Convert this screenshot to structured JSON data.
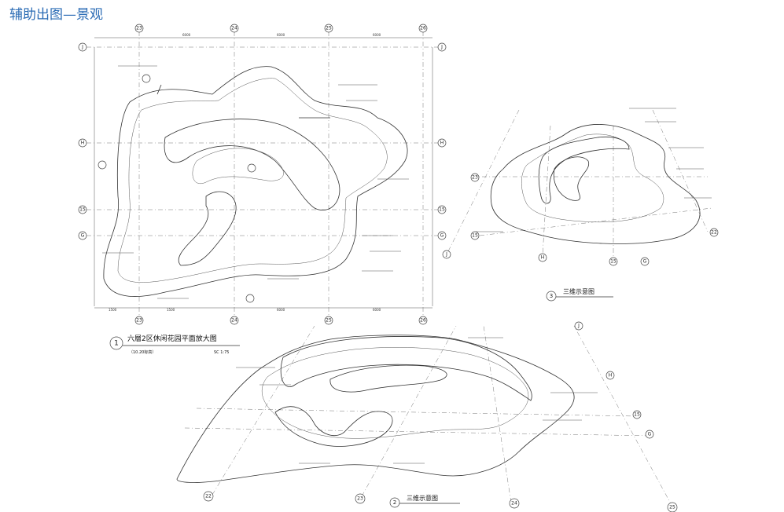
{
  "page": {
    "title": "辅助出图—景观"
  },
  "plan": {
    "grid_cols": [
      "23",
      "24",
      "25",
      "26"
    ],
    "grid_rows": [
      "J",
      "H",
      "G"
    ],
    "grid_row_extra": "15",
    "dims_top": [
      "6000",
      "6000",
      "6000"
    ],
    "dims_bottom": [
      "1500",
      "1500",
      "6000",
      "6000"
    ],
    "caption_number": "1",
    "caption_title": "六層2区休闲花园平面放大图",
    "caption_sub": "（10.20标高）",
    "caption_scale": "SC  1:75"
  },
  "view3": {
    "caption_number": "3",
    "caption_title": "三维示意图",
    "grid_labels": [
      "J",
      "23",
      "15",
      "H",
      "15",
      "G",
      "22"
    ]
  },
  "view2": {
    "caption_number": "2",
    "caption_title": "三维示意图",
    "grid_labels": [
      "25",
      "24",
      "23",
      "22",
      "15",
      "G",
      "H",
      "J"
    ]
  }
}
